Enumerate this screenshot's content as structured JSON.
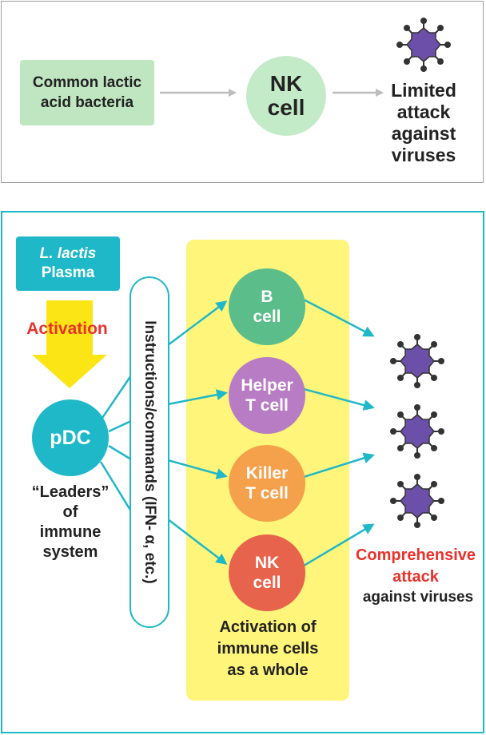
{
  "top_panel": {
    "lab_box": [
      "Common lactic",
      "acid bacteria"
    ],
    "nk_cell": [
      "NK",
      "cell"
    ],
    "result": [
      "Limited",
      "attack",
      "against",
      "viruses"
    ]
  },
  "bottom_panel": {
    "lactis_box": {
      "italic": "L. lactis",
      "plain": "Plasma"
    },
    "activation": "Activation",
    "pdc": "pDC",
    "leaders": [
      "“Leaders”",
      "of",
      "immune",
      "system"
    ],
    "instructions": "Instructions/commands (IFN- α, etc.)",
    "cells": [
      {
        "line1": "B",
        "line2": "cell"
      },
      {
        "line1": "Helper",
        "line2": "T cell"
      },
      {
        "line1": "Killer",
        "line2": "T cell"
      },
      {
        "line1": "NK",
        "line2": "cell"
      }
    ],
    "activation_whole": [
      "Activation of",
      "immune cells",
      "as a whole"
    ],
    "comprehensive": [
      "Comprehensive",
      "attack"
    ],
    "against": "against viruses"
  },
  "colors": {
    "teal": "#1fb8c8",
    "yellow_band": "#fff57a",
    "arrow_yellow": "#fbe515",
    "red_text": "#e8322b",
    "b_cell": "#5bbd8a",
    "helper_t": "#b87cc4",
    "killer_t": "#f5a04a",
    "nk_cell": "#e8634c",
    "light_green": "#bfe6c0",
    "virus": "#6b4fa8"
  }
}
